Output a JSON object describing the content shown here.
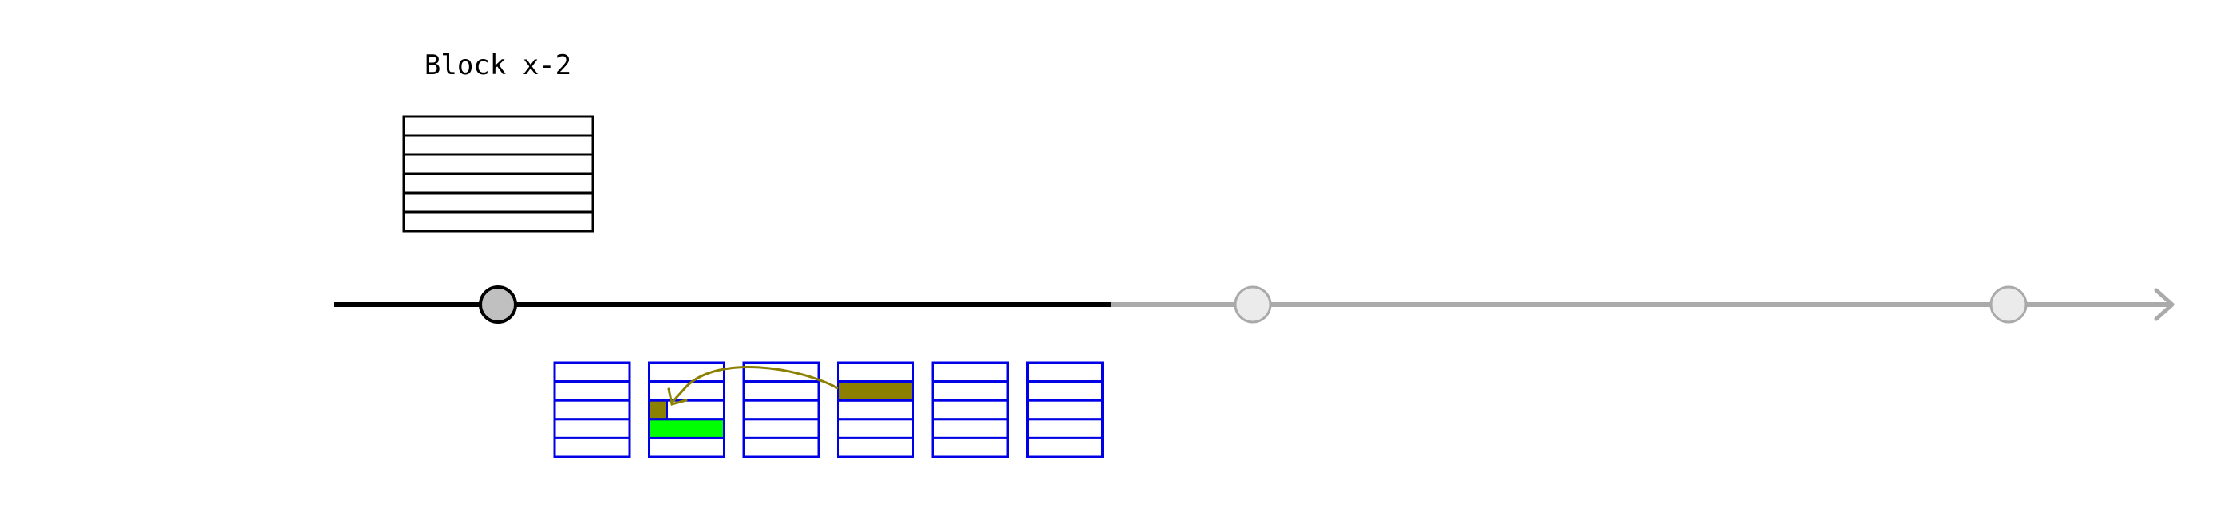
{
  "block": {
    "title": "Block x-2",
    "row_count": 6
  },
  "timeline": {
    "nodes": [
      {
        "state": "active"
      },
      {
        "state": "inactive"
      },
      {
        "state": "inactive"
      }
    ]
  },
  "slots": {
    "count": 6,
    "rows_per_slot": 5,
    "highlights": [
      {
        "slot": 1,
        "row": 2,
        "kind": "partial",
        "color": "#8b8000"
      },
      {
        "slot": 1,
        "row": 3,
        "kind": "full",
        "color": "#00ff00"
      },
      {
        "slot": 3,
        "row": 1,
        "kind": "full",
        "color": "#8b8000"
      }
    ],
    "arrow": {
      "from_slot": 3,
      "to_slot": 1,
      "color": "#8b8000"
    }
  },
  "colors": {
    "block_stroke": "#000000",
    "timeline_active": "#000000",
    "timeline_inactive": "#aaaaaa",
    "node_active_fill": "#c0c0c0",
    "node_inactive_fill": "#ebebeb",
    "slot_stroke": "#0000e6"
  }
}
